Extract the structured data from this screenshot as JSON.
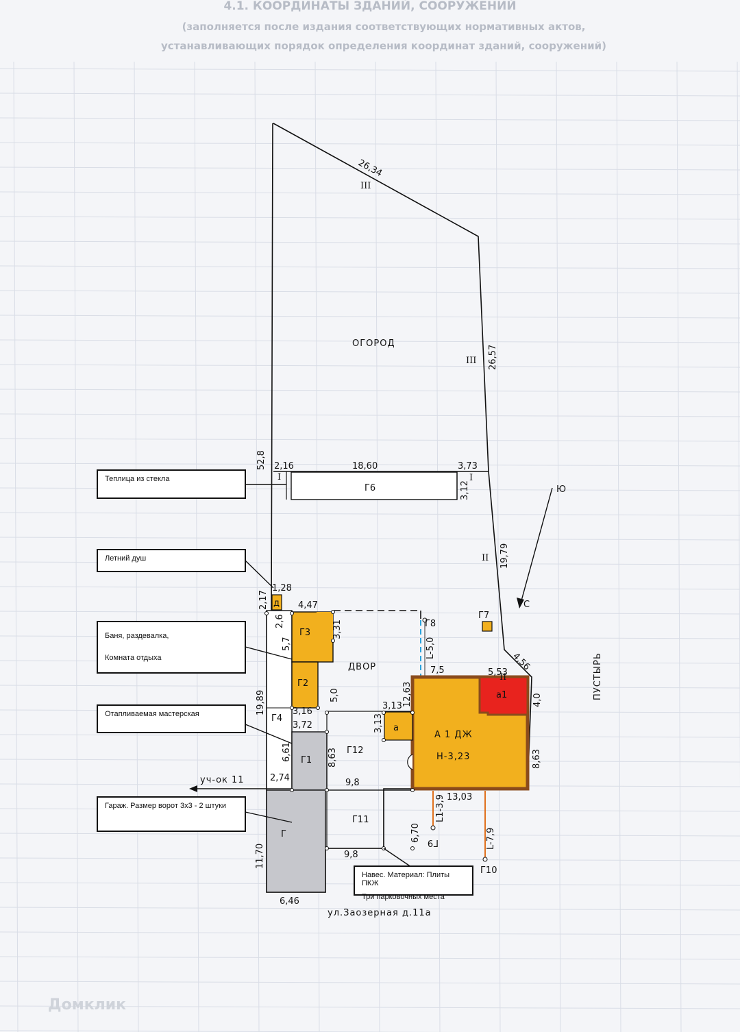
{
  "header": {
    "line1": "4.1. КООРДИНАТЫ ЗДАНИЙ, СООРУЖЕНИЙ",
    "line2": "(заполняется после издания соответствующих нормативных актов,",
    "line3": "устанавливающих порядок определения координат зданий, сооружений)"
  },
  "labels": {
    "garden": "ОГОРОД",
    "yard": "ДВОР",
    "wasteland": "ПУСТЫРЬ",
    "street": "ул.Заозерная д.11а",
    "neighbor": "уч-ок 11",
    "north": "Ю",
    "south": "С"
  },
  "roman": {
    "i": "I",
    "ii": "II",
    "iii": "III"
  },
  "buildings": {
    "a": "а",
    "a1": "а1",
    "main_line1": "А 1 ДЖ",
    "main_line2": "Н-3,23",
    "g": "Г",
    "g1": "Г1",
    "g2": "Г2",
    "g3": "Г3",
    "g4": "Г4",
    "g6": "Г6",
    "g7": "Г7",
    "g8": "Г8",
    "g9": "Г9",
    "g10": "Г10",
    "g11": "Г11",
    "g12": "Г12",
    "d": "д"
  },
  "dimensions": {
    "d1": "26,34",
    "d2": "26,57",
    "d3": "52,8",
    "d4": "2,16",
    "d5": "18,60",
    "d6": "3,73",
    "d7": "3,12",
    "d8": "19,79",
    "d9": "1,28",
    "d10": "2,17",
    "d11": "4,47",
    "d12": "2,6",
    "d13": "3,31",
    "d14": "5,7",
    "d15": "4,56",
    "d16": "7,5",
    "d17": "5,53",
    "d18": "4,0",
    "d19": "5,0",
    "d20": "19,89",
    "d21": "3,16",
    "d22": "3,72",
    "d23": "3,13",
    "d24": "12,63",
    "d25": "3,13",
    "d26": "6,61",
    "d27": "8,63",
    "d28": "8,63",
    "d29": "2,74",
    "d30": "9,8",
    "d31": "13,03",
    "d32": "6,70",
    "d33": "9,8",
    "d34": "11,70",
    "d35": "6,46",
    "l1": "L-5,0",
    "l2": "L1-3,9",
    "l3": "L-7,9"
  },
  "callouts": {
    "greenhouse": "Теплица из стекла",
    "shower": "Летний душ",
    "bath_line1": "Баня, раздевалка,",
    "bath_line2": "Комната отдыха",
    "workshop": "Отапливаемая мастерская",
    "garage": "Гараж. Размер ворот 3х3 - 2 штуки",
    "shed_line1": "Навес. Материал: Плиты ПКЖ",
    "shed_line2": "Три парковочных места"
  },
  "watermark": "Домклик",
  "colors": {
    "orange": "#f2b01e",
    "red": "#e8231e",
    "gray": "#c6c7cc",
    "brown": "#8a4b1c",
    "blue": "#29a3dd",
    "grid": "#d9dde6"
  }
}
